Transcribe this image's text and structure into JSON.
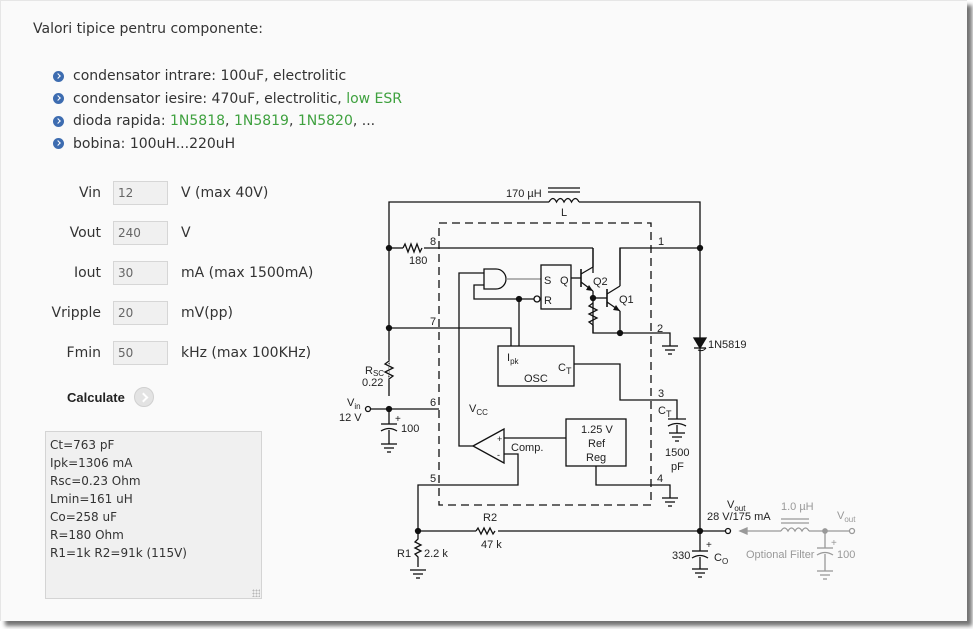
{
  "heading": "Valori tipice pentru componente:",
  "tips": [
    {
      "parts": [
        {
          "text": "condensator intrare: 100uF, electrolitic",
          "link": false
        }
      ]
    },
    {
      "parts": [
        {
          "text": "condensator iesire: 470uF, electrolitic, ",
          "link": false
        },
        {
          "text": "low ESR",
          "link": true
        }
      ]
    },
    {
      "parts": [
        {
          "text": "dioda rapida: ",
          "link": false
        },
        {
          "text": "1N5818",
          "link": true
        },
        {
          "text": ", ",
          "link": false
        },
        {
          "text": "1N5819",
          "link": true
        },
        {
          "text": ", ",
          "link": false
        },
        {
          "text": "1N5820",
          "link": true
        },
        {
          "text": ", ...",
          "link": false
        }
      ]
    },
    {
      "parts": [
        {
          "text": "bobina: 100uH...220uH",
          "link": false
        }
      ]
    }
  ],
  "form": {
    "fields": [
      {
        "label": "Vin",
        "value": "12",
        "unit": "V (max  40V)"
      },
      {
        "label": "Vout",
        "value": "240",
        "unit": "V"
      },
      {
        "label": "Iout",
        "value": "30",
        "unit": "mA (max 1500mA)"
      },
      {
        "label": "Vripple",
        "value": "20",
        "unit": "mV(pp)"
      },
      {
        "label": "Fmin",
        "value": "50",
        "unit": "kHz (max 100KHz)"
      }
    ],
    "calculate_label": "Calculate"
  },
  "result_text": "Ct=763 pF\nIpk=1306 mA\nRsc=0.23 Ohm\nLmin=161 uH\nCo=258 uF\nR=180 Ohm\nR1=1k R2=91k (115V)",
  "schematic": {
    "inductor_value": "170 µH",
    "inductor_name": "L",
    "r_180": "180",
    "pins": [
      "1",
      "2",
      "3",
      "4",
      "5",
      "6",
      "7",
      "8"
    ],
    "q1": "Q1",
    "q2": "Q2",
    "ff_s": "S",
    "ff_q": "Q",
    "ff_r": "R",
    "ipk": "I",
    "ipk_sub": "pk",
    "osc": "OSC",
    "ct": "C",
    "ct_sub": "T",
    "rsc": "R",
    "rsc_sub": "SC",
    "rsc_value": "0.22",
    "vin": "V",
    "vin_sub": "in",
    "vin_value": "12 V",
    "cin_value": "100",
    "vcc": "V",
    "vcc_sub": "CC",
    "comp": "Comp.",
    "ref1": "1.25 V",
    "ref2": "Ref",
    "ref3": "Reg",
    "ct_value1": "1500",
    "ct_value2": "pF",
    "diode": "1N5819",
    "r2": "R2",
    "r2_value": "47 k",
    "r1": "R1",
    "r1_value": "2.2 k",
    "co_value": "330",
    "co": "C",
    "co_sub": "O",
    "vout": "V",
    "vout_sub": "out",
    "vout_value": "28 V/175 mA",
    "filter_l": "1.0 µH",
    "filter_label": "Optional Filter",
    "filter_c": "100",
    "vout2": "V",
    "vout2_sub": "out",
    "plus": "+",
    "minus": "-"
  }
}
